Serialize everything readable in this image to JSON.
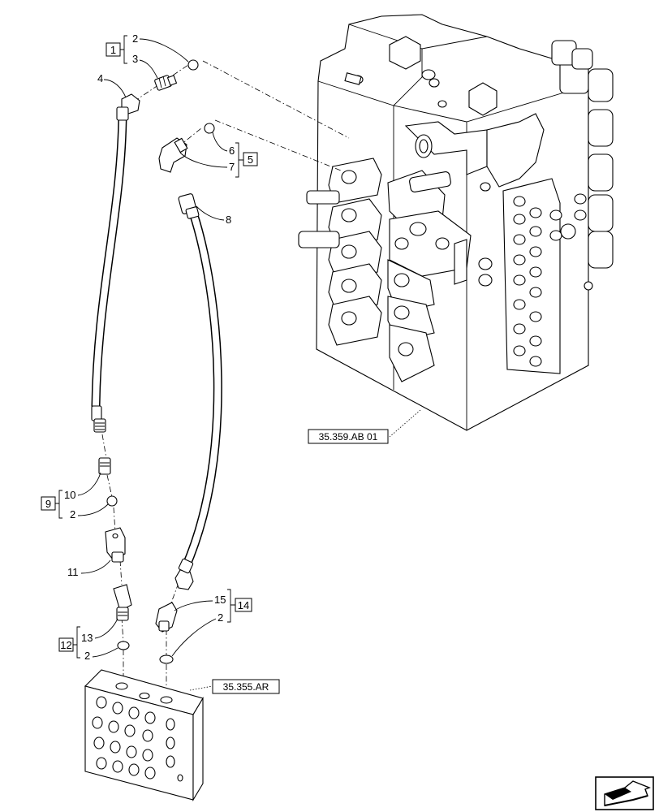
{
  "callouts": {
    "c1": "1",
    "c2a": "2",
    "c3": "3",
    "c4": "4",
    "c5": "5",
    "c6": "6",
    "c7": "7",
    "c8": "8",
    "c9": "9",
    "c10": "10",
    "c2b": "2",
    "c11": "11",
    "c12": "12",
    "c13": "13",
    "c2c": "2",
    "c14": "14",
    "c15": "15",
    "c2d": "2"
  },
  "references": {
    "main_valve": "35.359.AB 01",
    "manifold": "35.355.AR"
  },
  "icons": {
    "nav": "arrow-back-icon"
  }
}
